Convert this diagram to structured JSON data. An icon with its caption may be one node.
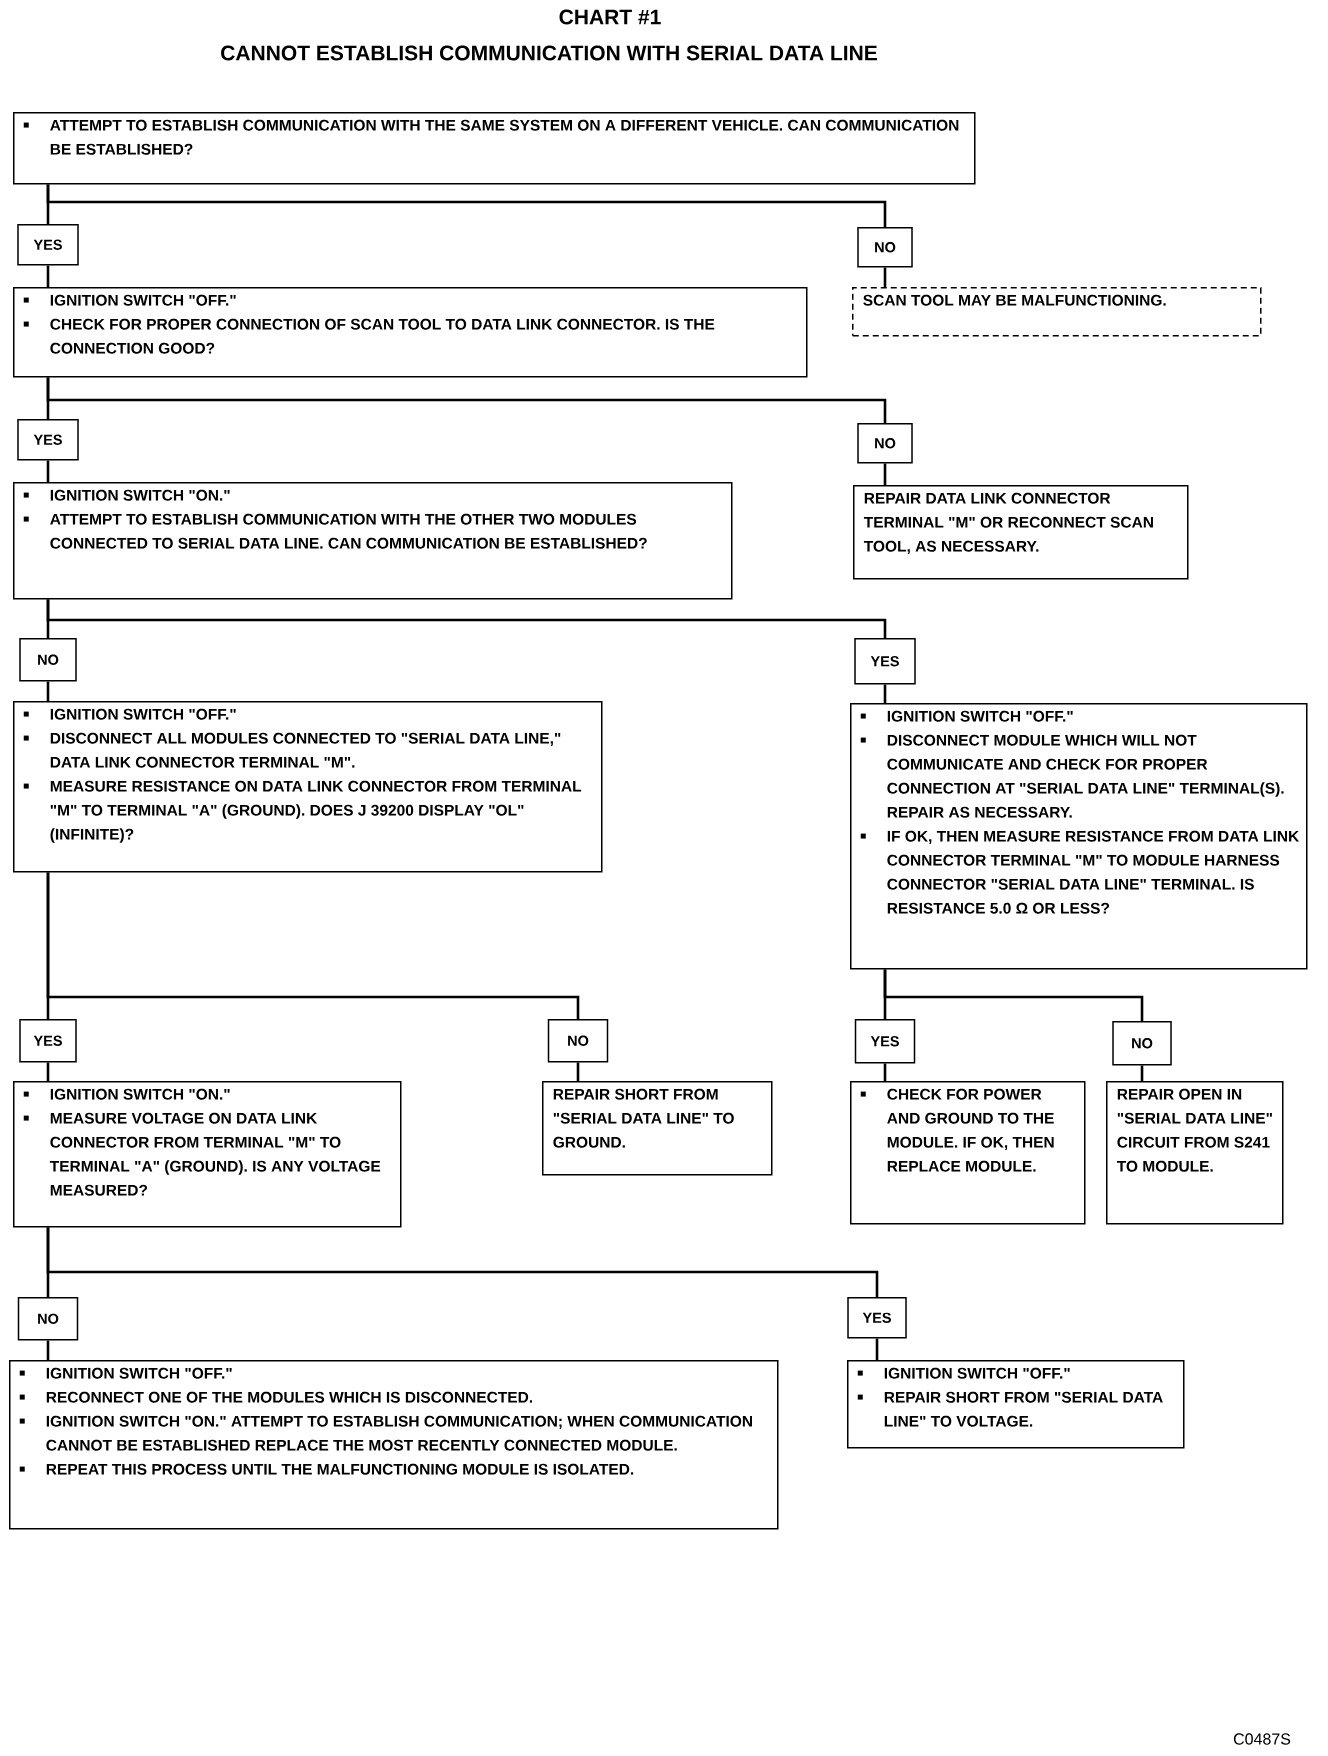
{
  "diagram": {
    "title": "CANNOT ESTABLISH COMMUNICATION WITH SERIAL DATA LINE",
    "nodes": [
      {
        "text": [
          "ATTEMPT TO ESTABLISH COMMUNICATION WITH THE SAME SYSTEM ON A DIFFERENT VEHICLE. CAN COMMUNICATION BE ESTABLISHED?"
        ]
      },
      {
        "text": [
          "YES"
        ]
      },
      {
        "text": [
          "NO"
        ]
      },
      {
        "text": [
          "IGNITION SWITCH \"OFF.\"",
          "CHECK FOR PROPER CONNECTION OF SCAN TOOL TO DATA LINK CONNECTOR. IS THE CONNECTION GOOD?"
        ]
      },
      {
        "text": [
          "SCAN TOOL MAY BE MALFUNCTIONING."
        ]
      },
      {
        "text": [
          "YES"
        ]
      },
      {
        "text": [
          "NO"
        ]
      },
      {
        "text": [
          "IGNITION SWITCH \"ON.\"",
          "ATTEMPT TO ESTABLISH COMMUNICATION WITH THE OTHER TWO MODULES CONNECTED TO SERIAL DATA LINE. CAN COMMUNICATION BE ESTABLISHED?"
        ]
      },
      {
        "text": [
          "REPAIR DATA LINK CONNECTOR TERMINAL \"M\" OR RECONNECT SCAN TOOL, AS NECESSARY."
        ]
      },
      {
        "text": [
          "NO"
        ]
      },
      {
        "text": [
          "YES"
        ]
      },
      {
        "text": [
          "IGNITION SWITCH \"OFF.\"",
          "DISCONNECT ALL MODULES CONNECTED TO \"SERIAL DATA LINE,\" DATA LINK CONNECTOR TERMINAL \"M\".",
          "MEASURE RESISTANCE ON DATA LINK CONNECTOR FROM TERMINAL \"M\" TO TERMINAL \"A\" (GROUND). DOES J 39200 DISPLAY \"OL\" (INFINITE)?"
        ]
      },
      {
        "text": [
          "IGNITION SWITCH \"OFF.\"",
          "DISCONNECT MODULE WHICH WILL NOT COMMUNICATE AND CHECK FOR PROPER CONNECTION AT \"SERIAL DATA LINE\" TERMINAL(S). REPAIR AS NECESSARY.",
          "IF OK, THEN MEASURE RESISTANCE FROM DATA LINK CONNECTOR TERMINAL \"M\" TO MODULE HARNESS CONNECTOR \"SERIAL DATA LINE\" TERMINAL. IS RESISTANCE 5.0 Ω OR LESS?"
        ]
      },
      {
        "text": [
          "YES"
        ]
      },
      {
        "text": [
          "NO"
        ]
      },
      {
        "text": [
          "YES"
        ]
      },
      {
        "text": [
          "NO"
        ]
      },
      {
        "text": [
          "IGNITION SWITCH \"ON.\"",
          "MEASURE VOLTAGE ON DATA LINK CONNECTOR FROM TERMINAL \"M\" TO TERMINAL \"A\" (GROUND). IS ANY VOLTAGE MEASURED?"
        ]
      },
      {
        "text": [
          "REPAIR SHORT FROM \"SERIAL DATA LINE\" TO GROUND."
        ]
      },
      {
        "text": [
          "CHECK FOR POWER AND GROUND TO THE MODULE. IF OK, THEN REPLACE MODULE."
        ]
      },
      {
        "text": [
          "REPAIR OPEN IN \"SERIAL DATA LINE\" CIRCUIT FROM S241 TO MODULE."
        ]
      },
      {
        "text": [
          "NO"
        ]
      },
      {
        "text": [
          "YES"
        ]
      },
      {
        "text": [
          "IGNITION SWITCH \"OFF.\"",
          "RECONNECT ONE OF THE MODULES WHICH IS DISCONNECTED.",
          "IGNITION SWITCH \"ON.\" ATTEMPT TO ESTABLISH COMMUNICATION; WHEN COMMUNICATION CANNOT BE ESTABLISHED REPLACE THE MOST RECENTLY CONNECTED MODULE.",
          "REPEAT THIS PROCESS UNTIL THE MALFUNCTIONING MODULE IS ISOLATED."
        ]
      },
      {
        "text": [
          "IGNITION SWITCH \"OFF.\"",
          "REPAIR SHORT FROM \"SERIAL DATA LINE\" TO VOLTAGE."
        ]
      }
    ],
    "edges": [
      {
        "from": 0,
        "to": 1,
        "arrow": "none"
      },
      {
        "from": 0,
        "to": 2,
        "arrow": "none"
      },
      {
        "from": 1,
        "to": 3,
        "arrow": "none"
      },
      {
        "from": 2,
        "to": 4,
        "arrow": "none"
      },
      {
        "from": 3,
        "to": 5,
        "arrow": "none"
      },
      {
        "from": 3,
        "to": 6,
        "arrow": "none"
      },
      {
        "from": 5,
        "to": 7,
        "arrow": "none"
      },
      {
        "from": 6,
        "to": 8,
        "arrow": "none"
      },
      {
        "from": 7,
        "to": 9,
        "arrow": "none"
      },
      {
        "from": 7,
        "to": 10,
        "arrow": "none"
      },
      {
        "from": 9,
        "to": 11,
        "arrow": "none"
      },
      {
        "from": 10,
        "to": 12,
        "arrow": "none"
      },
      {
        "from": 11,
        "to": 13,
        "arrow": "none"
      },
      {
        "from": 11,
        "to": 14,
        "arrow": "none"
      },
      {
        "from": 13,
        "to": 17,
        "arrow": "none"
      },
      {
        "from": 14,
        "to": 18,
        "arrow": "none"
      },
      {
        "from": 12,
        "to": 15,
        "arrow": "none"
      },
      {
        "from": 12,
        "to": 16,
        "arrow": "none"
      },
      {
        "from": 15,
        "to": 19,
        "arrow": "none"
      },
      {
        "from": 16,
        "to": 20,
        "arrow": "none"
      },
      {
        "from": 17,
        "to": 21,
        "arrow": "none"
      },
      {
        "from": 17,
        "to": 22,
        "arrow": "none"
      },
      {
        "from": 21,
        "to": 23,
        "arrow": "none"
      },
      {
        "from": 22,
        "to": 24,
        "arrow": "none"
      }
    ],
    "labels": [
      "CHART #1",
      "C0487S"
    ]
  }
}
